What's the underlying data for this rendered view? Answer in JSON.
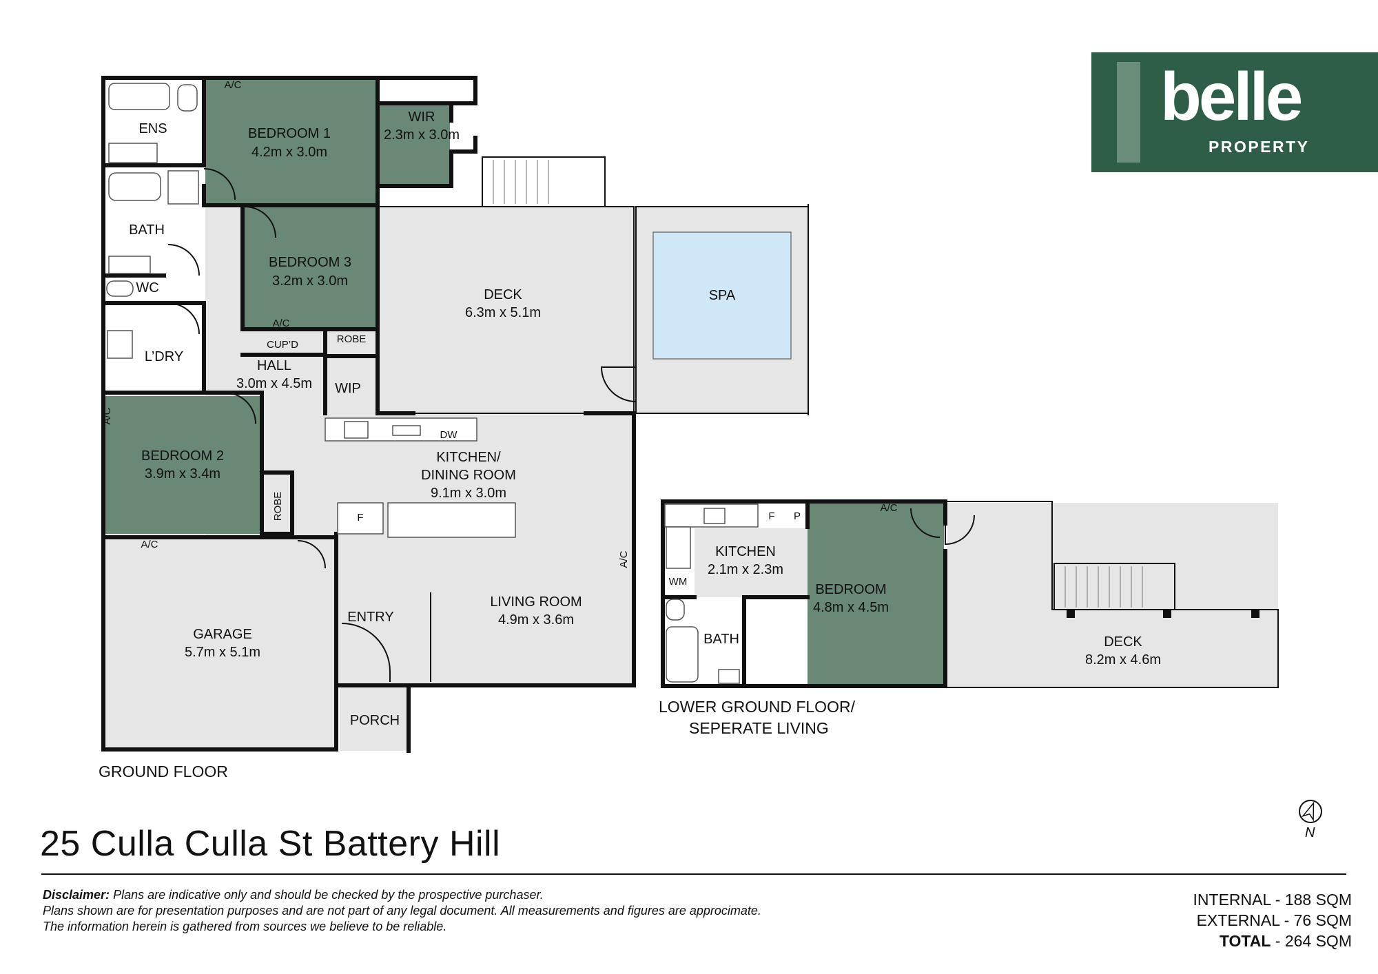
{
  "address": "25 Culla Culla St Battery Hill",
  "brand": {
    "name": "belle",
    "sub": "PROPERTY",
    "color": "#2f5e48"
  },
  "floors": {
    "ground": "GROUND FLOOR",
    "lower_line1": "LOWER GROUND FLOOR/",
    "lower_line2": "SEPERATE LIVING"
  },
  "rooms": {
    "ens": "ENS",
    "bedroom1": {
      "name": "BEDROOM 1",
      "size": "4.2m x 3.0m"
    },
    "wir": {
      "name": "WIR",
      "size": "2.3m x 3.0m"
    },
    "bath": "BATH",
    "wc": "WC",
    "bedroom3": {
      "name": "BEDROOM 3",
      "size": "3.2m x 3.0m"
    },
    "deck_upper": {
      "name": "DECK",
      "size": "6.3m x 5.1m"
    },
    "spa": "SPA",
    "laundry": "L’DRY",
    "cupd": "CUP’D",
    "robe": "ROBE",
    "hall": {
      "name": "HALL",
      "size": "3.0m x 4.5m"
    },
    "wip": "WIP",
    "bedroom2": {
      "name": "BEDROOM 2",
      "size": "3.9m x 3.4m"
    },
    "robe2": "ROBE",
    "kitchen_dining": {
      "name1": "KITCHEN/",
      "name2": "DINING ROOM",
      "size": "9.1m x 3.0m"
    },
    "dw": "DW",
    "fridge": "F",
    "garage": {
      "name": "GARAGE",
      "size": "5.7m x 5.1m"
    },
    "entry": "ENTRY",
    "living": {
      "name": "LIVING ROOM",
      "size": "4.9m x 3.6m"
    },
    "porch": "PORCH",
    "ac": "A/C",
    "lower_kitchen": {
      "name": "KITCHEN",
      "size": "2.1m x 2.3m"
    },
    "lower_f": "F",
    "lower_p": "P",
    "wm": "WM",
    "lower_bath": "BATH",
    "lower_bedroom": {
      "name": "BEDROOM",
      "size": "4.8m x 4.5m"
    },
    "lower_deck": {
      "name": "DECK",
      "size": "8.2m x 4.6m"
    }
  },
  "north_label": "N",
  "disclaimer": {
    "label": "Disclaimer:",
    "line1": "Plans are indicative only and should be checked by the prospective purchaser.",
    "line2": "Plans shown are for presentation purposes and are not part of any legal document. All measurements and figures are approcimate.",
    "line3": "The information herein is gathered from sources we believe to be reliable."
  },
  "areas": {
    "internal": "INTERNAL - 188 SQM",
    "external": "EXTERNAL - 76 SQM",
    "total_label": "TOTAL",
    "total_value": " - 264 SQM"
  },
  "colors": {
    "bedroom": "#6a8876",
    "floor": "#e6e6e6",
    "spa": "#cfe7f7",
    "wall": "#111111"
  }
}
